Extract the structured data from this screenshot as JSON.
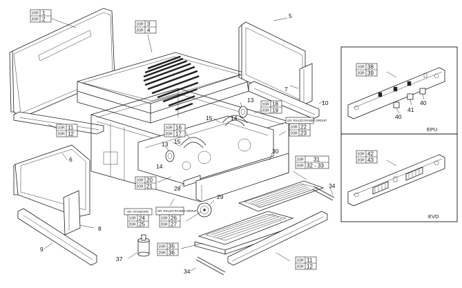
{
  "tags": [
    {
      "id": "t1",
      "g1": "1GR",
      "g2": "2GR",
      "v1": "1",
      "v2": "2"
    },
    {
      "id": "t3",
      "g1": "1GR",
      "g2": "2GR",
      "v1": "3",
      "v2": "4"
    },
    {
      "id": "t11",
      "g1": "1GR",
      "g2": "2GR",
      "v1": "11",
      "v2": "12"
    },
    {
      "id": "t16",
      "g1": "1GR",
      "g2": "2GR",
      "v1": "16",
      "v2": "17"
    },
    {
      "id": "t18",
      "g1": "1GR",
      "g2": "2GR",
      "v1": "18",
      "v2": "19"
    },
    {
      "id": "t20",
      "g1": "1GR",
      "g2": "2GR",
      "v1": "20",
      "v2": "21"
    },
    {
      "id": "t22",
      "g1": "1GR",
      "g2": "2GR",
      "v1": "22",
      "v2": "23",
      "header": "GR. RIALZO RAISED GROUP"
    },
    {
      "id": "t24",
      "g1": "1GR",
      "g2": "2GR",
      "v1": "24",
      "v2": "25",
      "header": "GR. STANDARD"
    },
    {
      "id": "t26",
      "g1": "1GR",
      "g2": "2GR",
      "v1": "26",
      "v2": "27",
      "header": "GR. RIALZO RAISED GROUP"
    },
    {
      "id": "t31",
      "g1": "1GR",
      "g2": "2GR",
      "v1": "31",
      "v2": "32 - 33"
    },
    {
      "id": "t35",
      "g1": "1GR",
      "g2": "2GR",
      "v1": "35",
      "v2": "36"
    },
    {
      "id": "t11b",
      "g1": "1GR",
      "g2": "2GR",
      "v1": "11",
      "v2": "12"
    },
    {
      "id": "t38",
      "g1": "1GR",
      "g2": "2GR",
      "v1": "38",
      "v2": "39"
    },
    {
      "id": "t42",
      "g1": "1GR",
      "g2": "2GR",
      "v1": "42",
      "v2": "43"
    }
  ],
  "callouts": {
    "c5": "5",
    "c6": "6",
    "c7": "7",
    "c8": "8",
    "c9": "9",
    "c10": "10",
    "c13a": "13",
    "c13b": "13",
    "c14a": "14",
    "c14b": "14",
    "c15a": "15",
    "c15b": "15",
    "c28": "28",
    "c29": "29",
    "c30": "30",
    "c34a": "34",
    "c34b": "34",
    "c37": "37",
    "c40a": "40",
    "c40b": "40",
    "c41": "41"
  },
  "panels": {
    "epu": "EPU",
    "evd": "EVD"
  }
}
